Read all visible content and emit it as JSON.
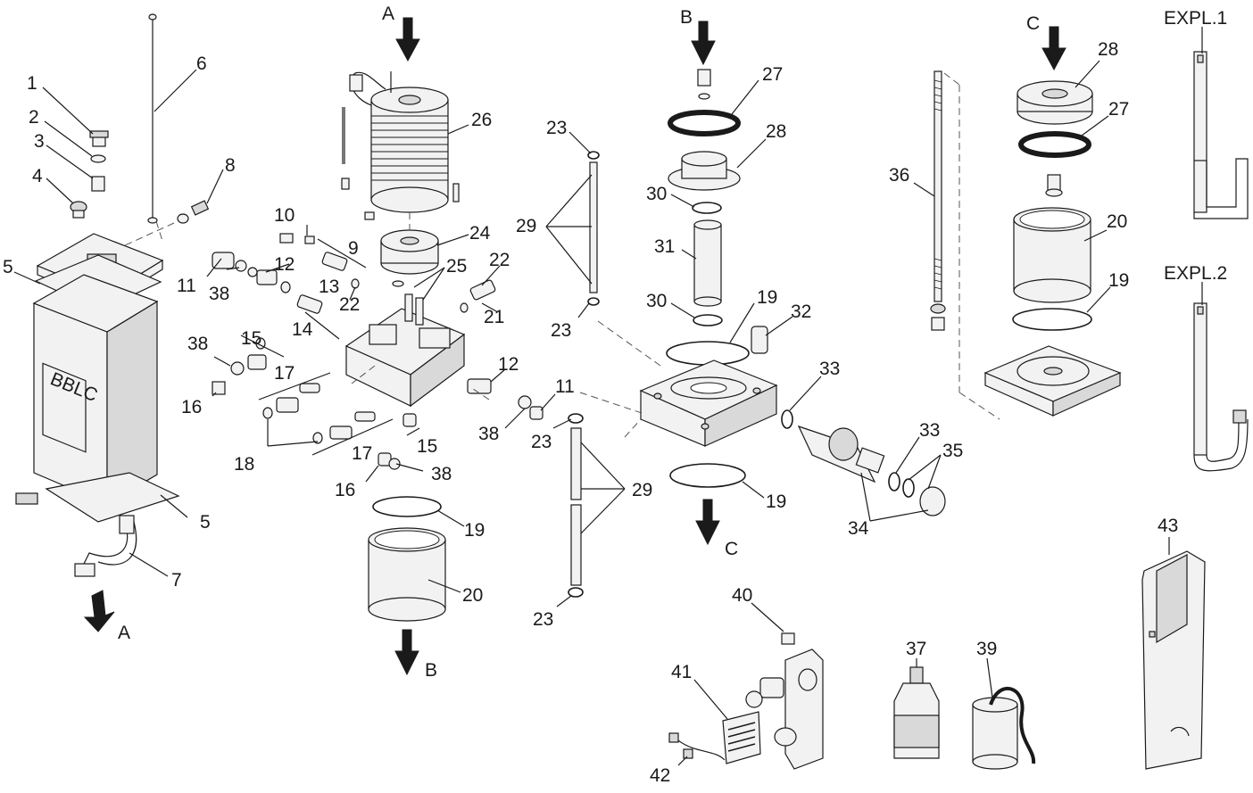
{
  "labels": {
    "n1": "1",
    "n2": "2",
    "n3": "3",
    "n4": "4",
    "n5a": "5",
    "n5b": "5",
    "n6": "6",
    "n7": "7",
    "n8": "8",
    "n9": "9",
    "n10": "10",
    "n11a": "11",
    "n11b": "11",
    "n12a": "12",
    "n12b": "12",
    "n13": "13",
    "n14": "14",
    "n15a": "15",
    "n15b": "15",
    "n16a": "16",
    "n16b": "16",
    "n17a": "17",
    "n17b": "17",
    "n18": "18",
    "n19a": "19",
    "n19b": "19",
    "n19c": "19",
    "n19d": "19",
    "n20a": "20",
    "n20b": "20",
    "n21": "21",
    "n22a": "22",
    "n22b": "22",
    "n23a": "23",
    "n23b": "23",
    "n23c": "23",
    "n23d": "23",
    "n24": "24",
    "n25": "25",
    "n26": "26",
    "n27a": "27",
    "n27b": "27",
    "n28a": "28",
    "n28b": "28",
    "n29a": "29",
    "n29b": "29",
    "n30a": "30",
    "n30b": "30",
    "n31": "31",
    "n32": "32",
    "n33a": "33",
    "n33b": "33",
    "n34": "34",
    "n35": "35",
    "n36": "36",
    "n37": "37",
    "n38a": "38",
    "n38b": "38",
    "n38c": "38",
    "n38d": "38",
    "n39": "39",
    "n40": "40",
    "n41": "41",
    "n42": "42",
    "n43": "43"
  },
  "arrows": {
    "a_top": "A",
    "a_bottom": "A",
    "b_top": "B",
    "b_bottom": "B",
    "c_top": "C",
    "c_bottom": "C"
  },
  "examples": {
    "expl1": "EXPL.1",
    "expl2": "EXPL.2"
  },
  "box_logo": {
    "brand": "BBLC"
  }
}
